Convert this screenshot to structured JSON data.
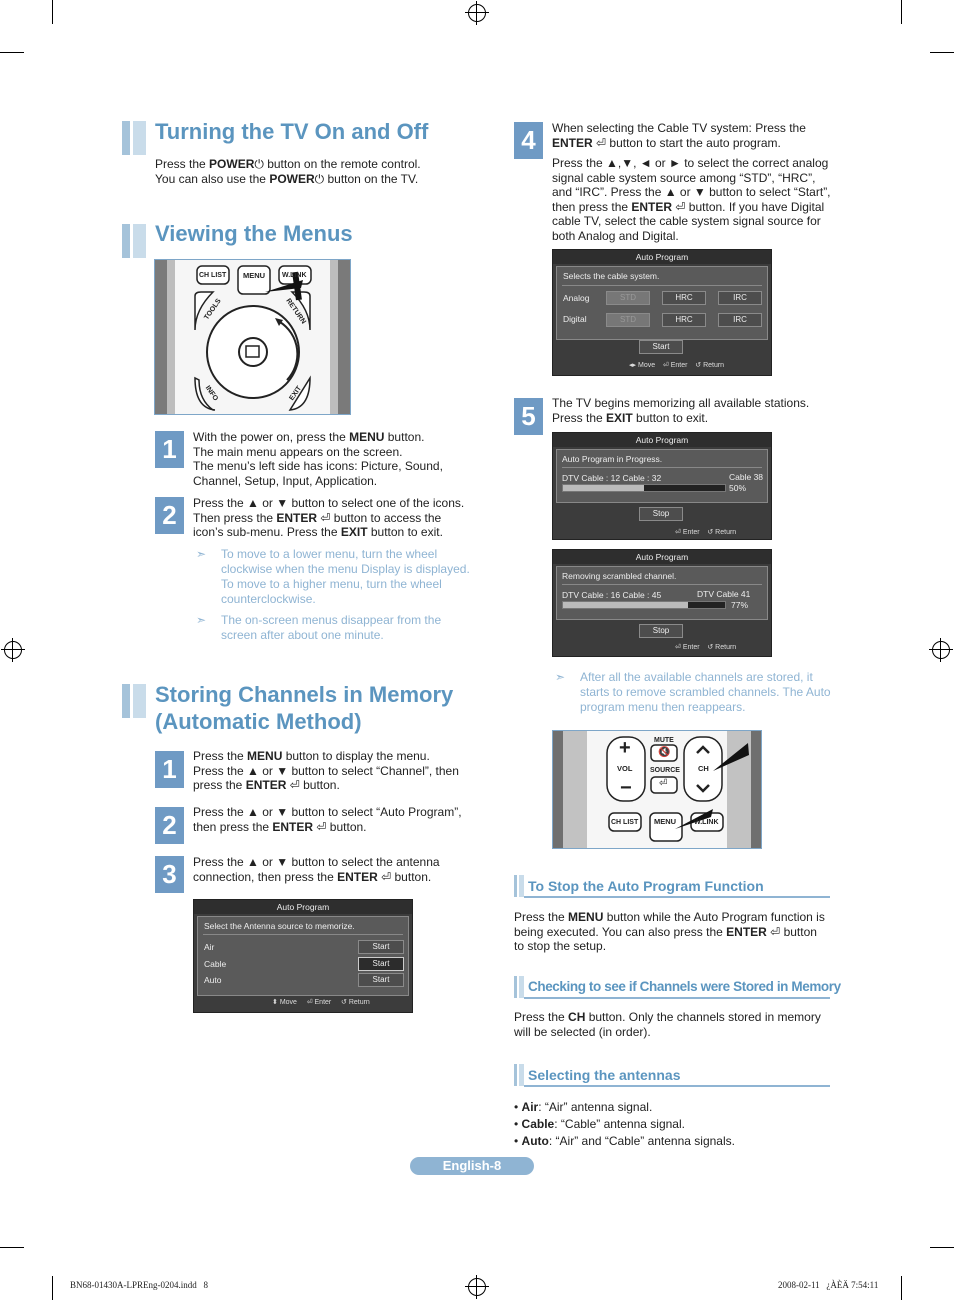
{
  "sections": {
    "turning": {
      "title": "Turning the TV On and Off",
      "line1_a": "Press the ",
      "line1_b": "POWER",
      "line1_c": " button on the remote control.",
      "line2_a": "You can also use the ",
      "line2_b": "POWER",
      "line2_c": " button on the TV."
    },
    "viewing": {
      "title": "Viewing the Menus",
      "step1": {
        "num": "1",
        "l1a": "With the power on, press the ",
        "l1b": "MENU",
        "l1c": " button.",
        "l2": "The main menu appears on the screen.",
        "l3": "The menu’s left side has icons: Picture, Sound,",
        "l4": "Channel, Setup, Input, Application."
      },
      "step2": {
        "num": "2",
        "l1": "Press the ▲ or ▼ button to select one of the icons.",
        "l2a": "Then press the ",
        "l2b": "ENTER",
        "l2c": " button to access the",
        "l3a": "icon’s sub-menu. Press the ",
        "l3b": "EXIT",
        "l3c": " button to exit."
      },
      "note1": [
        "To move to a lower menu, turn the wheel",
        "clockwise when the menu Display is displayed.",
        "To move to a higher menu, turn the wheel",
        "counterclockwise."
      ],
      "note2": [
        "The on-screen menus disappear from the",
        "screen after about one minute."
      ],
      "remote": {
        "chlist": "CH LIST",
        "menu": "MENU",
        "wlink": "W.LINK",
        "tools": "TOOLS",
        "return": "RETURN",
        "info": "INFO",
        "exit": "EXIT"
      }
    },
    "storing": {
      "title1": "Storing Channels in Memory",
      "title2": "(Automatic Method)",
      "step1": {
        "num": "1",
        "l1a": "Press the ",
        "l1b": "MENU",
        "l1c": " button to display the menu.",
        "l2": "Press the ▲ or ▼ button to select “Channel”, then",
        "l3a": "press the ",
        "l3b": "ENTER",
        "l3c": " button."
      },
      "step2": {
        "num": "2",
        "l1": "Press the ▲ or ▼ button to select “Auto Program”,",
        "l2a": "then press the ",
        "l2b": "ENTER",
        "l2c": " button."
      },
      "step3": {
        "num": "3",
        "l1": "Press the ▲ or ▼ button to select the antenna",
        "l2a": "connection, then press the ",
        "l2b": "ENTER",
        "l2c": " button."
      },
      "osd": {
        "title": "Auto Program",
        "subtitle": "Select the Antenna source to memorize.",
        "rows": [
          {
            "label": "Air",
            "btn": "Start"
          },
          {
            "label": "Cable",
            "btn": "Start"
          },
          {
            "label": "Auto",
            "btn": "Start"
          }
        ],
        "foot_move": "Move",
        "foot_enter": "Enter",
        "foot_return": "Return"
      }
    },
    "step4": {
      "num": "4",
      "l1": "When selecting the Cable TV system: Press the",
      "l2a": "ENTER",
      "l2b": " button to start the auto program.",
      "p2": [
        "Press the ▲,▼, ◄ or ► to select the correct analog",
        "signal cable system source among “STD”, “HRC”,",
        "and “IRC”. Press the ▲ or ▼ button to select “Start”,"
      ],
      "p2_l4a": "then press the ",
      "p2_l4b": "ENTER",
      "p2_l4c": " button. If you have Digital",
      "p2_rest": [
        "cable TV, select the cable system signal source for",
        "both Analog and Digital."
      ],
      "osd": {
        "title": "Auto Program",
        "subtitle": "Selects the cable system.",
        "analog": "Analog",
        "digital": "Digital",
        "std": "STD",
        "hrc": "HRC",
        "irc": "IRC",
        "start": "Start",
        "foot_move": "Move",
        "foot_enter": "Enter",
        "foot_return": "Return"
      }
    },
    "step5": {
      "num": "5",
      "l1": "The TV begins memorizing all available stations.",
      "l2a": "Press the ",
      "l2b": "EXIT",
      "l2c": " button to exit.",
      "osd1": {
        "title": "Auto Program",
        "status": "Auto Program in Progress.",
        "left": "DTV Cable : 12   Cable : 32",
        "right": "Cable 38",
        "percent": "50%",
        "progress": 0.5,
        "stop": "Stop",
        "foot_enter": "Enter",
        "foot_return": "Return"
      },
      "osd2": {
        "title": "Auto Program",
        "status": "Removing scrambled channel.",
        "left": "DTV Cable : 16   Cable : 45",
        "right": "DTV Cable 41",
        "percent": "77%",
        "progress": 0.77,
        "stop": "Stop",
        "foot_enter": "Enter",
        "foot_return": "Return"
      },
      "note": [
        "After all the available channels are stored, it",
        "starts to remove scrambled channels. The Auto",
        "program menu then reappears."
      ],
      "remote": {
        "mute": "MUTE",
        "vol": "VOL",
        "source": "SOURCE",
        "ch": "CH",
        "chlist": "CH LIST",
        "menu": "MENU",
        "wlink": "W.LINK"
      }
    },
    "stop": {
      "title": "To Stop the Auto Program Function",
      "l1a": "Press the ",
      "l1b": "MENU",
      "l1c": " button while the Auto Program function is",
      "l2a": "being executed. You can also press the ",
      "l2b": "ENTER",
      "l2c": " button",
      "l3": "to stop the setup."
    },
    "checking": {
      "title": "Checking to see if Channels were Stored in Memory",
      "l1a": "Press the ",
      "l1b": "CH",
      "l1c": " button. Only the channels stored in memory",
      "l2": "will be selected (in order)."
    },
    "antennas": {
      "title": "Selecting the antennas",
      "items": [
        {
          "name": "Air",
          "desc": ": “Air” antenna signal."
        },
        {
          "name": "Cable",
          "desc": ": “Cable” antenna signal."
        },
        {
          "name": "Auto",
          "desc": ": “Air” and “Cable” antenna signals."
        }
      ]
    }
  },
  "footer": {
    "page_label": "English-8",
    "file": "BN68-01430A-LPREng-0204.indd   8",
    "stamp": "2008-02-11   ¿ÀÈÄ 7:54:11"
  },
  "colors": {
    "accent": "#5b95bf",
    "step_bg": "#6f9ac4",
    "note": "#8fb4d3"
  }
}
